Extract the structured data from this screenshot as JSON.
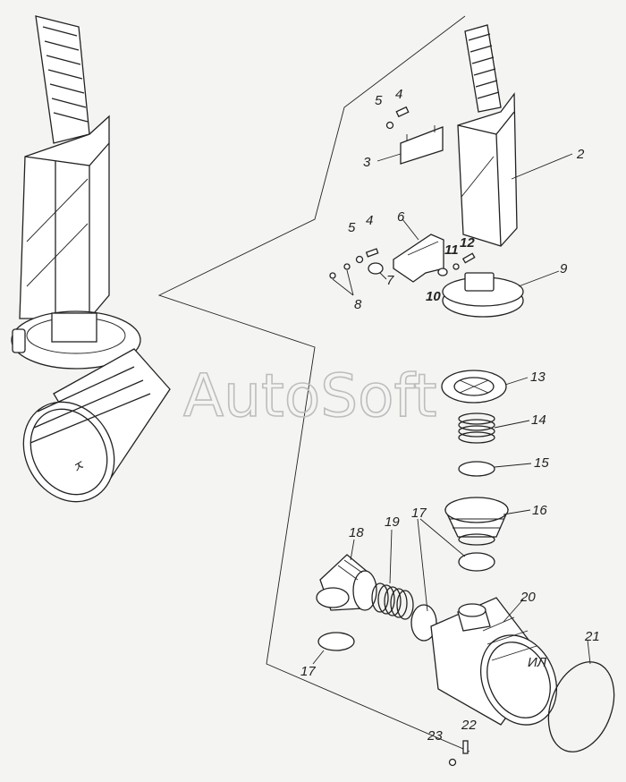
{
  "watermark": "AutoSoft",
  "callouts": {
    "c2": "2",
    "c3": "3",
    "c4a": "4",
    "c5a": "5",
    "c4b": "4",
    "c5b": "5",
    "c6": "6",
    "c7": "7",
    "c8": "8",
    "c9": "9",
    "c10": "10",
    "c11": "11",
    "c12": "12",
    "c13": "13",
    "c14": "14",
    "c15": "15",
    "c16": "16",
    "c17a": "17",
    "c17b": "17",
    "c18": "18",
    "c19": "19",
    "c20": "20",
    "c21": "21",
    "c22": "22",
    "c23": "23"
  }
}
